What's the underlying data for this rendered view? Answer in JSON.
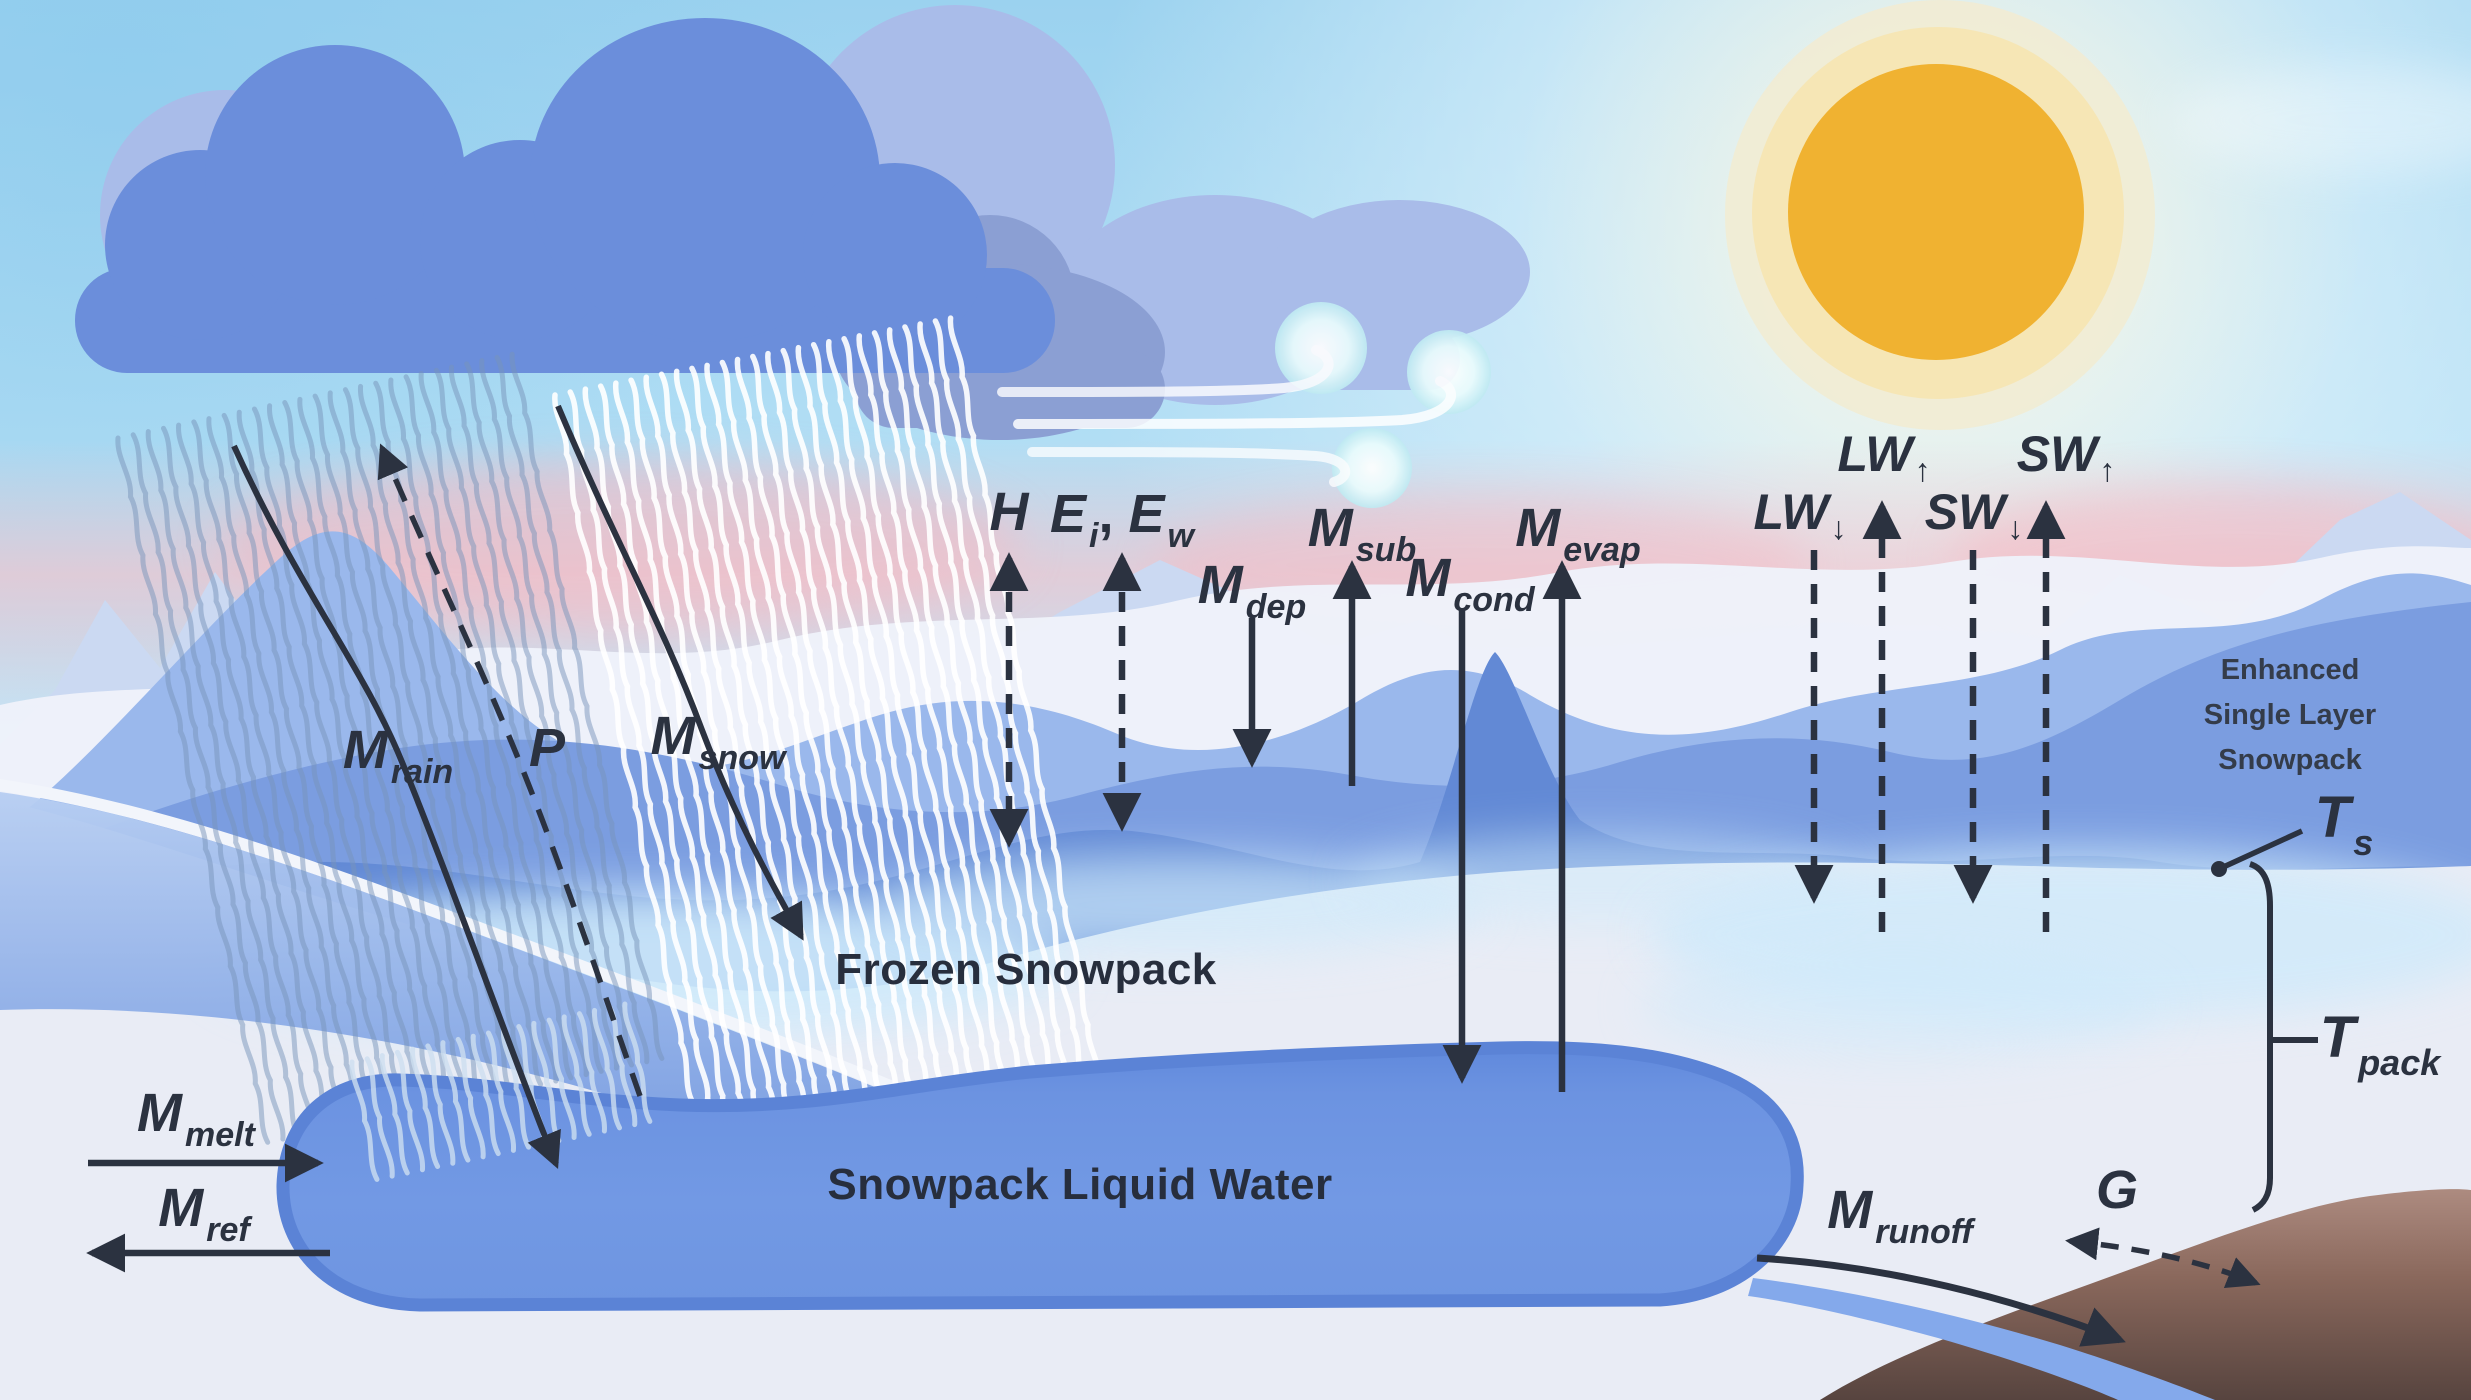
{
  "colors": {
    "ink": "#2b3240",
    "sky": "#a7d9f3",
    "sun_core": "#efb230",
    "cloud": "#6b8edb",
    "mountain": "#7b9de0",
    "liquid_water": "#6f96e2",
    "stream": "#84a9eb",
    "ground": "#8a685c",
    "pink_glow": "#f6c0c7"
  },
  "fluxes": {
    "sensible_heat": {
      "main": "H"
    },
    "vapor": {
      "e1": "E",
      "e1sub": "i",
      "sep": ", ",
      "e2": "E",
      "e2sub": "w"
    },
    "deposition": {
      "main": "M",
      "sub": "dep"
    },
    "sublimation": {
      "main": "M",
      "sub": "sub"
    },
    "condensation": {
      "main": "M",
      "sub": "cond"
    },
    "evaporation": {
      "main": "M",
      "sub": "evap"
    },
    "longwave_down": {
      "main": "LW",
      "arrow": "↓"
    },
    "longwave_up": {
      "main": "LW",
      "arrow": "↑"
    },
    "shortwave_down": {
      "main": "SW",
      "arrow": "↓"
    },
    "shortwave_up": {
      "main": "SW",
      "arrow": "↑"
    },
    "rain": {
      "main": "M",
      "sub": "rain"
    },
    "precipitation": {
      "main": "P"
    },
    "snowfall": {
      "main": "M",
      "sub": "snow"
    },
    "melt": {
      "main": "M",
      "sub": "melt"
    },
    "refreeze": {
      "main": "M",
      "sub": "ref"
    },
    "runoff": {
      "main": "M",
      "sub": "runoff"
    },
    "ground_heat": {
      "main": "G"
    }
  },
  "states": {
    "frozen_snowpack": "Frozen Snowpack",
    "snowpack_liquid_water": "Snowpack Liquid Water",
    "surface_temperature": {
      "main": "T",
      "sub": "s"
    },
    "pack_temperature": {
      "main": "T",
      "sub": "pack"
    }
  },
  "caption": {
    "line1": "Enhanced",
    "line2": "Single Layer",
    "line3": "Snowpack"
  }
}
